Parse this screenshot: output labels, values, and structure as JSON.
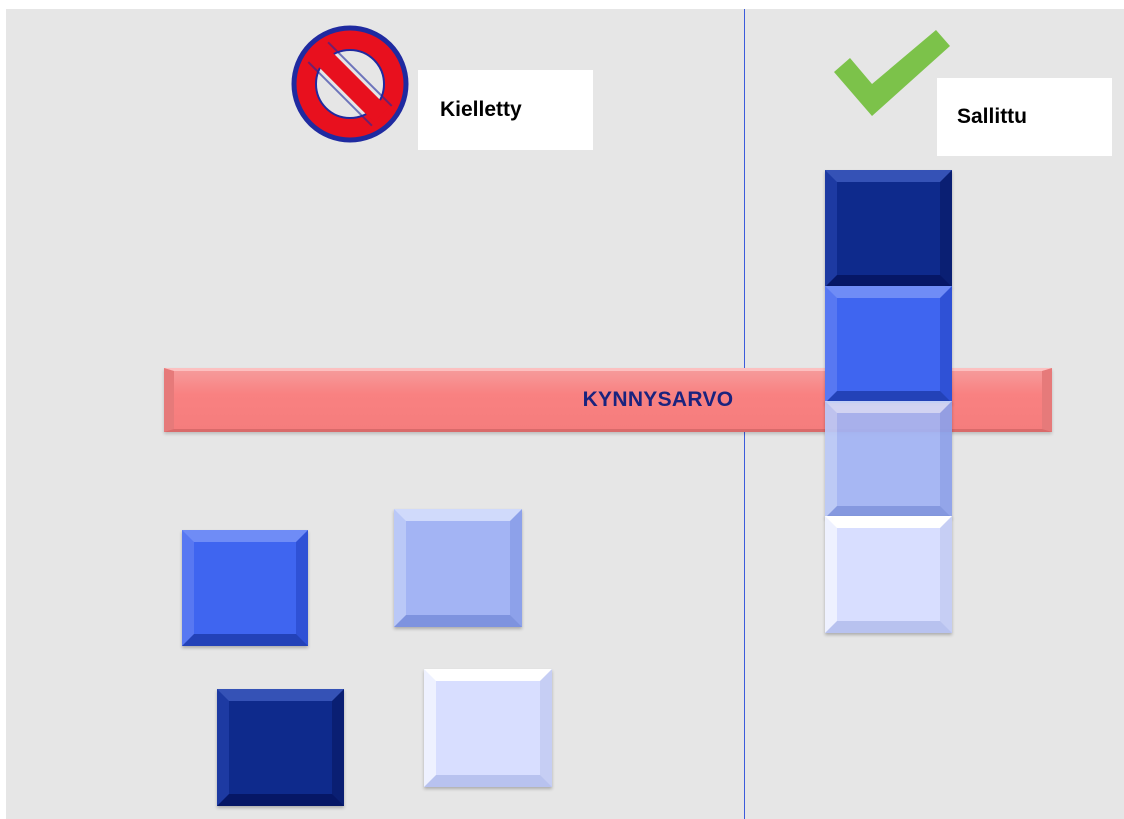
{
  "labels": {
    "forbidden": "Kielletty",
    "allowed": "Sallittu",
    "threshold": "KYNNYSARVO"
  },
  "icons": {
    "forbidden": "no-entry-icon",
    "allowed": "checkmark-icon"
  },
  "colors": {
    "background": "#e6e6e6",
    "divider": "#3b5bdb",
    "threshold_bar": "#f98181",
    "threshold_text": "#1a237e",
    "no_entry_red": "#e8101e",
    "no_entry_border": "#1f2aa0",
    "check_green": "#7cc24a",
    "block_navy": "#0e2a8c",
    "block_blue": "#3f65f0",
    "block_light": "#a3b4f4",
    "block_pale": "#d8deff"
  },
  "groups": {
    "left": [
      "blue",
      "light",
      "navy",
      "pale"
    ],
    "right_stack": [
      "navy",
      "blue",
      "light",
      "pale"
    ]
  }
}
